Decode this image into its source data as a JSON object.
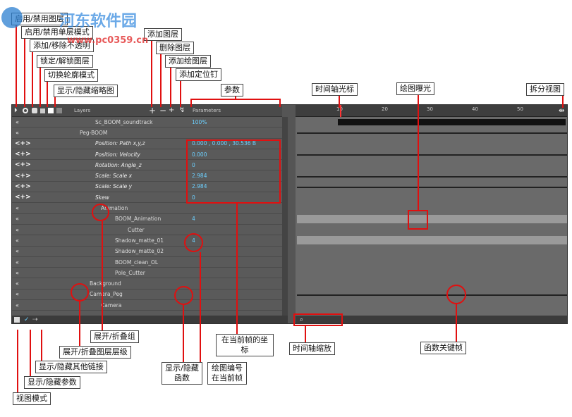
{
  "watermark": {
    "line1": "河东软件园",
    "line2": "www.pc0359.cn"
  },
  "callouts": {
    "c1": "启用/禁用图层",
    "c2": "启用/禁用单层模式",
    "c3": "添加/移除不透明",
    "c4": "锁定/解锁图层",
    "c5": "切换轮廓模式",
    "c6": "显示/隐藏缩略图",
    "add_layer": "添加图层",
    "delete_layer": "删除图层",
    "add_drawing_layer": "添加绘图层",
    "add_peg": "添加定位钉",
    "params": "参数",
    "timeline_cursor": "时间轴光标",
    "drawing_exposure": "绘图曝光",
    "split_view": "拆分视图",
    "expand_group": "展开/折叠组",
    "expand_hierarchy": "展开/折叠图层层级",
    "show_other_links": "显示/隐藏其他链接",
    "show_params": "显示/隐藏参数",
    "view_mode": "视图模式",
    "show_function": "显示/隐藏函数",
    "drawing_number": "绘图编号在当前帧",
    "current_frame_coord": "在当前帧的坐标",
    "timeline_zoom": "时间轴缩放",
    "function_keyframe": "函数关键帧"
  },
  "layers_header": "Layers",
  "params_header": "Parameters",
  "ruler_ticks": [
    "10",
    "20",
    "30",
    "40",
    "50"
  ],
  "layers": [
    {
      "name": "Sc_BOOM_soundtrack",
      "param": "100%"
    },
    {
      "name": "Peg-BOOM",
      "param": ""
    },
    {
      "name": "Position: Path x,y,z",
      "param": "0.000 , 0.000 , 30.536 B",
      "italic": true
    },
    {
      "name": "Position: Velocity",
      "param": "0.000",
      "italic": true
    },
    {
      "name": "Rotation: Angle_z",
      "param": "0",
      "italic": true
    },
    {
      "name": "Scale: Scale x",
      "param": "2.984",
      "italic": true
    },
    {
      "name": "Scale: Scale y",
      "param": "2.984",
      "italic": true
    },
    {
      "name": "Skew",
      "param": "0",
      "italic": true
    },
    {
      "name": "Animation",
      "param": ""
    },
    {
      "name": "BOOM_Animation",
      "param": "4"
    },
    {
      "name": "Cutter",
      "param": ""
    },
    {
      "name": "Shadow_matte_01",
      "param": "4"
    },
    {
      "name": "Shadow_matte_02",
      "param": ""
    },
    {
      "name": "BOOM_clean_OL",
      "param": ""
    },
    {
      "name": "Pole_Cutter",
      "param": ""
    },
    {
      "name": "Background",
      "param": ""
    },
    {
      "name": "Camera_Peg",
      "param": ""
    },
    {
      "name": "Camera",
      "param": ""
    }
  ],
  "arrows": [
    "<+>",
    "<+>",
    "<+>",
    "<+>",
    "<+>",
    "<+>"
  ],
  "colors": {
    "red": "#e01010",
    "panel": "#555555",
    "param_text": "#6cd0ff"
  }
}
